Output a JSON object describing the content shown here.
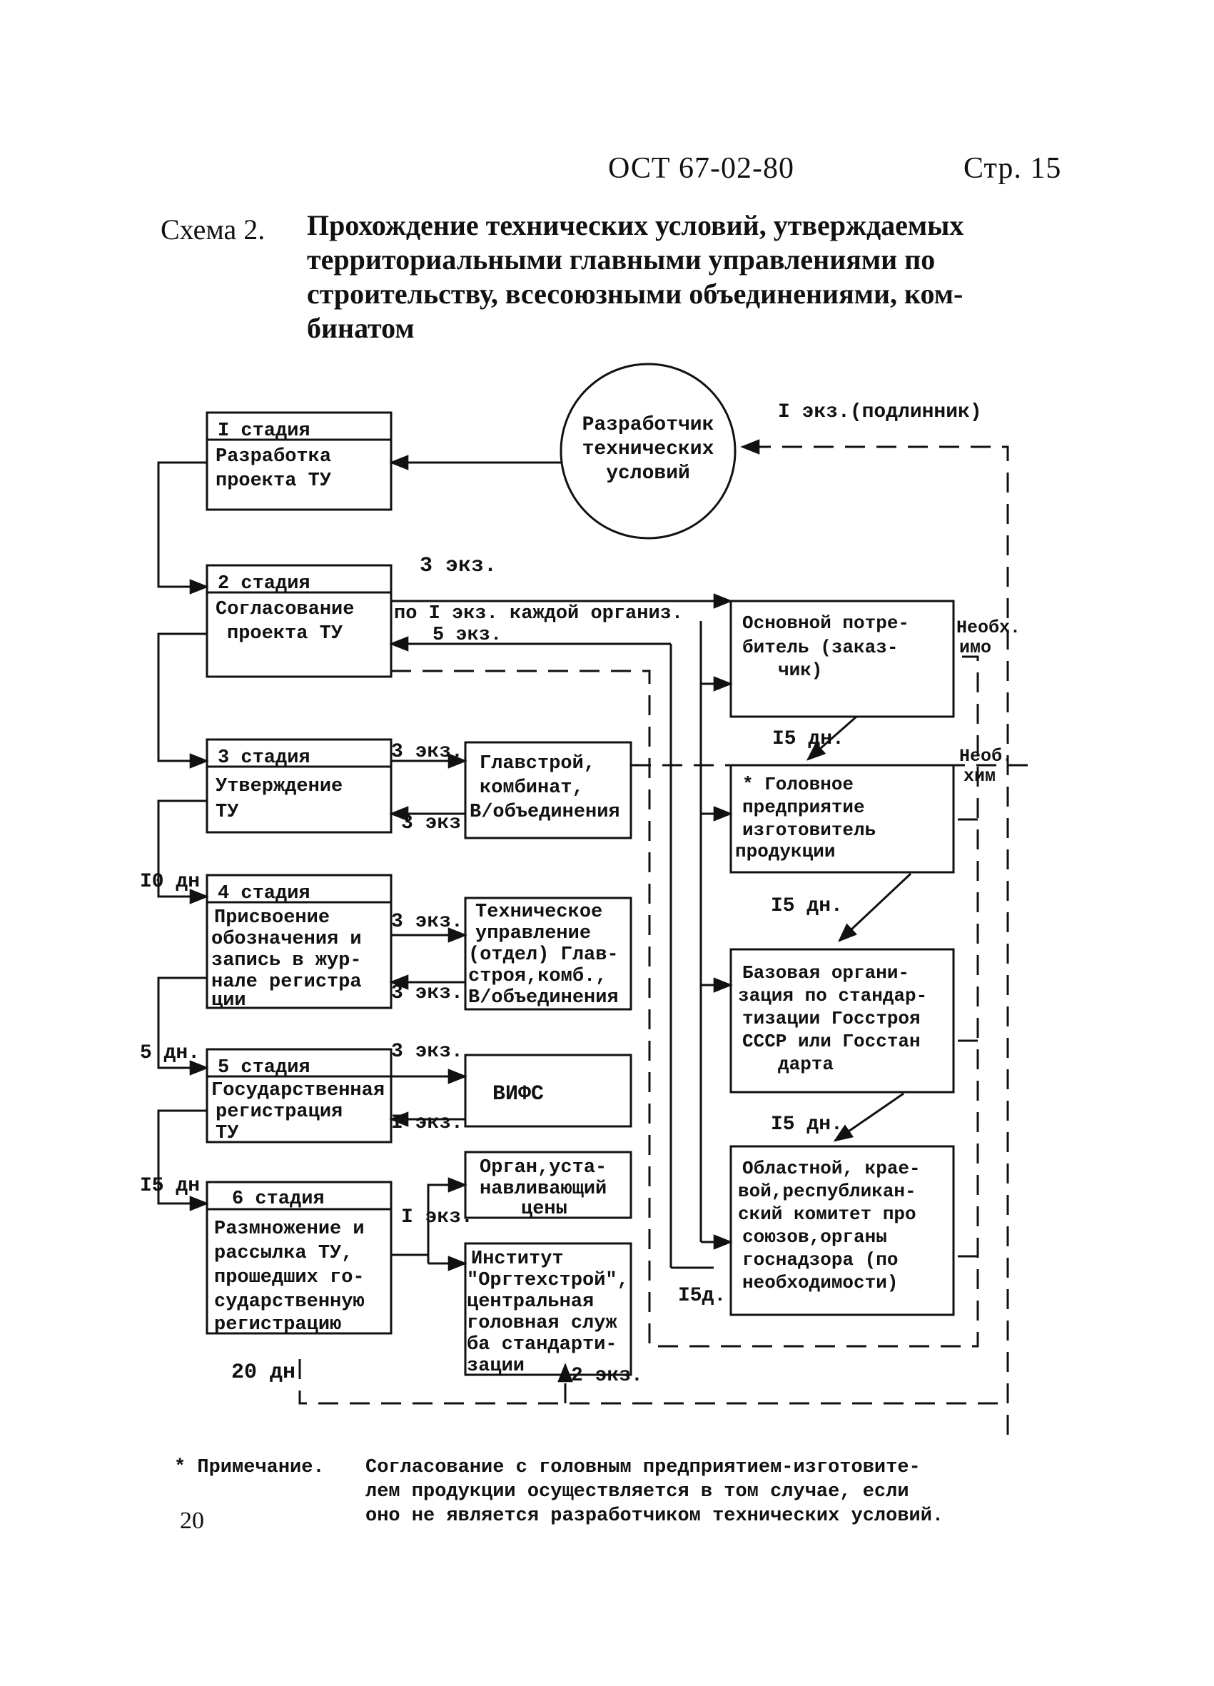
{
  "header": {
    "doc_code": "ОСТ 67-02-80",
    "page_label": "Стр. 15"
  },
  "title": {
    "label": "Схема 2.",
    "lines": [
      "Прохождение технических условий, утверждаемых",
      "территориальными главными управлениями по",
      "строительству, всесоюзными объединениями, ком-",
      "бинатом"
    ]
  },
  "diagram": {
    "developer_circle": [
      "Разработчик",
      "технических",
      "условий"
    ],
    "stages": [
      {
        "stage": "I стадия",
        "text": [
          "Разработка",
          "проекта ТУ"
        ]
      },
      {
        "stage": "2 стадия",
        "text": [
          "Согласование",
          "проекта ТУ"
        ]
      },
      {
        "stage": "3 стадия",
        "text": [
          "Утверждение",
          "ТУ"
        ]
      },
      {
        "stage": "4 стадия",
        "text": [
          "Присвоение",
          "обозначения и",
          "запись в жур-",
          "нале регистра",
          "ции"
        ]
      },
      {
        "stage": "5 стадия",
        "text": [
          "Государственная",
          "регистрация",
          "ТУ"
        ]
      },
      {
        "stage": "6 стадия",
        "text": [
          "Размножение и",
          "рассылка ТУ,",
          "прошедших го-",
          "сударственную",
          "регистрацию"
        ]
      }
    ],
    "middle_boxes": [
      [
        "Главстрой,",
        "комбинат,",
        "В/объединения"
      ],
      [
        "Техническое",
        "управление",
        "(отдел) Глав-",
        "строя,комб.,",
        "В/объединения"
      ],
      [
        "ВИФС"
      ],
      [
        "Орган,уста-",
        "навливающий",
        "цены"
      ],
      [
        "Институт",
        "\"Оргтехстрой\",",
        "центральная",
        "головная служ",
        "ба стандарти-",
        "зации"
      ]
    ],
    "right_boxes": [
      [
        "Основной потре-",
        "битель (заказ-",
        "чик)"
      ],
      [
        "* Головное",
        "предприятие",
        "изготовитель",
        "продукции"
      ],
      [
        "Базовая органи-",
        "зация по стандар-",
        "тизации Госстроя",
        "СССР или Госстан",
        "дарта"
      ],
      [
        "Областной, крае-",
        "вой,республикан-",
        "ский комитет про",
        "союзов,органы",
        "госнадзора (по",
        "необходимости)"
      ]
    ],
    "labels": {
      "copy_original": "I экз.(подлинник)",
      "copies_3_stage2": "3 экз.",
      "one_each": "по I экз. каждой организ.",
      "five_copies": "5 экз.",
      "necessity_1": [
        "Необх.",
        "имо"
      ],
      "necessity_2": [
        "Необ.",
        "хим"
      ],
      "days_15_a": "I5 дн.",
      "days_15_b": "I5 дн.",
      "days_15_c": "I5 дн.",
      "days_15_d": "I5д.",
      "s3_out": "3 экз.",
      "s3_in": "3 экз",
      "days_10": "I0 дн",
      "s4_out": "3 экз.",
      "s4_in": "3 экз.",
      "days_5": "5 дн.",
      "s5_out": "3 экз.",
      "s5_in": "I экз.",
      "days_15_s6": "I5 дн",
      "s6_one": "I экз.",
      "days_20": "20 дн",
      "two_copies": "2 экз."
    }
  },
  "footnote": {
    "marker": "* Примечание.",
    "lines": [
      "Согласование с головным предприятием-изготовите-",
      "лем продукции осуществляется в том случае, если",
      "оно не является разработчиком технических условий."
    ]
  },
  "page_number": "20"
}
